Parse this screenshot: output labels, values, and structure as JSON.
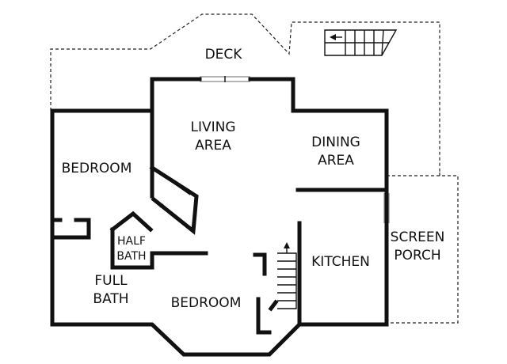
{
  "rooms": {
    "deck": "DECK",
    "living": [
      "LIVING",
      "AREA"
    ],
    "dining": [
      "DINING",
      "AREA"
    ],
    "bedroom_left": "BEDROOM",
    "half_bath": [
      "HALF",
      "BATH"
    ],
    "full_bath": [
      "FULL",
      "BATH"
    ],
    "bedroom_bottom": "BEDROOM",
    "kitchen": "KITCHEN",
    "screen_porch": [
      "SCREEN",
      "PORCH"
    ]
  },
  "colors": {
    "wall": "#111111",
    "outline": "#222222",
    "background": "#ffffff"
  },
  "icons": {
    "stair_direction": "arrow-left-icon"
  }
}
